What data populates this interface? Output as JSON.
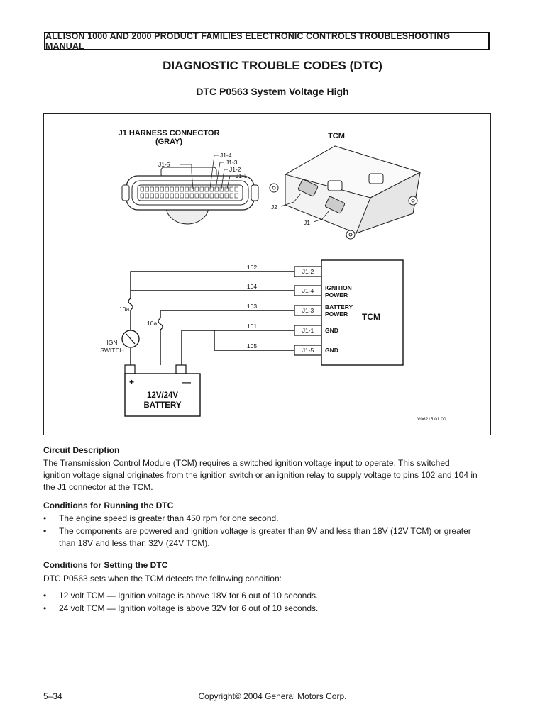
{
  "header": {
    "manual_title": "ALLISON 1000 AND 2000 PRODUCT FAMILIES ELECTRONIC CONTROLS TROUBLESHOOTING MANUAL",
    "main_title": "DIAGNOSTIC TROUBLE CODES (DTC)",
    "dtc_title": "DTC P0563 System Voltage High"
  },
  "figure": {
    "connector_title_1": "J1  HARNESS  CONNECTOR",
    "connector_title_2": "(GRAY)",
    "tcm_label_top": "TCM",
    "pin_labels": [
      "J1-5",
      "J1-4",
      "J1-3",
      "J1-2",
      "J1-1"
    ],
    "j2_label": "J2",
    "j1_label": "J1",
    "wires": [
      {
        "number": "102",
        "pin": "J1-2",
        "function": ""
      },
      {
        "number": "104",
        "pin": "J1-4",
        "function": "IGNITION POWER"
      },
      {
        "number": "103",
        "pin": "J1-3",
        "function": "BATTERY POWER"
      },
      {
        "number": "101",
        "pin": "J1-1",
        "function": "GND"
      },
      {
        "number": "105",
        "pin": "J1-5",
        "function": "GND"
      }
    ],
    "function_labels": {
      "ignition_1": "IGNITION",
      "ignition_2": "POWER",
      "battery_1": "BATTERY",
      "battery_2": "POWER",
      "gnd_1": "GND",
      "gnd_2": "GND"
    },
    "tcm_box_label": "TCM",
    "fuse_label_1": "10a",
    "fuse_label_2": "10a",
    "ign_switch_1": "IGN",
    "ign_switch_2": "SWITCH",
    "plus_sign": "+",
    "minus_sign": "—",
    "battery_1": "12V/24V",
    "battery_2": "BATTERY",
    "figure_id": "V06215.01.00"
  },
  "circuit_description": {
    "heading": "Circuit Description",
    "lines": [
      "The Transmission Control Module (TCM) requires a switched ignition voltage input to operate. This switched",
      "ignition voltage signal originates from the ignition switch or an ignition relay to supply voltage to pins 102 and 104 in",
      "the J1 connector at the TCM."
    ]
  },
  "conditions_running": {
    "heading": "Conditions for Running the DTC",
    "bullets": [
      {
        "lines": [
          "The engine speed is greater than 450 rpm for one second."
        ]
      },
      {
        "lines": [
          "The components are powered and ignition voltage is greater than 9V and less than 18V (12V TCM) or greater",
          "than 18V and less than 32V (24V TCM)."
        ]
      }
    ]
  },
  "conditions_setting": {
    "heading": "Conditions for Setting the DTC",
    "intro": "DTC P0563 sets when the TCM detects the following condition:",
    "bullets": [
      {
        "lines": [
          "12 volt TCM — Ignition voltage is above 18V for 6 out of 10 seconds."
        ]
      },
      {
        "lines": [
          "24 volt TCM — Ignition voltage is above 32V for 6 out of 10 seconds."
        ]
      }
    ]
  },
  "bullet_char": "•",
  "footer": {
    "page": "5–34",
    "copyright": "Copyright© 2004 General Motors Corp."
  }
}
